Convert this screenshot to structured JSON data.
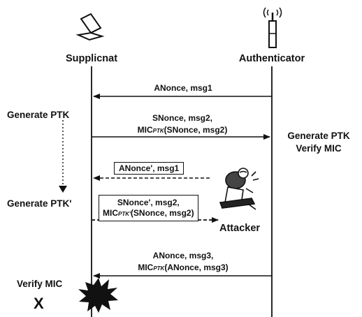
{
  "actors": {
    "supplicant": "Supplicnat",
    "authenticator": "Authenticator",
    "attacker": "Attacker"
  },
  "messages": {
    "m1": "ANonce, msg1",
    "m2_line1": "SNonce, msg2,",
    "m2_mic": "MIC",
    "m2_sub": "PTK",
    "m2_rest": "(SNonce, msg2)",
    "fake1": "ANonce', msg1",
    "fake2_line1": "SNonce', msg2,",
    "fake2_mic": "MIC",
    "fake2_sub": "PTK'",
    "fake2_rest": "(SNonce, msg2)",
    "m3_line1": "ANonce, msg3,",
    "m3_mic": "MIC",
    "m3_sub": "PTK",
    "m3_rest": "(ANonce, msg3)"
  },
  "steps": {
    "gen_ptk_left": "Generate PTK",
    "gen_ptk_prime": "Generate PTK'",
    "gen_ptk_right": "Generate PTK",
    "verify_mic_right": "Verify MIC",
    "verify_mic_left": "Verify MIC",
    "fail_mark": "X"
  }
}
